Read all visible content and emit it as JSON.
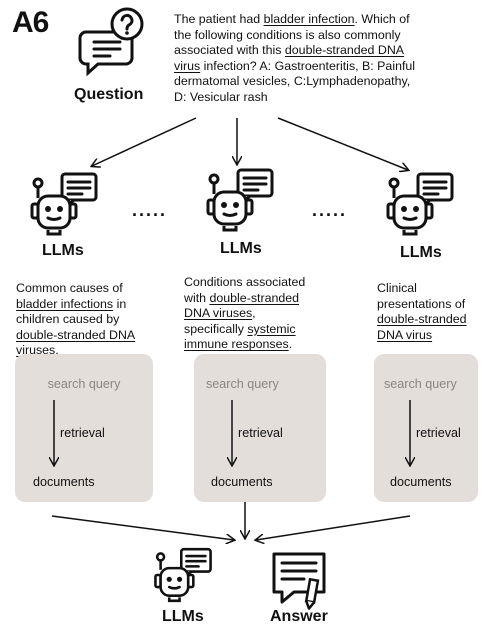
{
  "tag": "A6",
  "question": {
    "label": "Question",
    "lines": [
      [
        {
          "t": "The patient had "
        },
        {
          "t": "bladder infection",
          "u": true
        },
        {
          "t": ". Which of"
        }
      ],
      [
        {
          "t": "the following conditions is also commonly"
        }
      ],
      [
        {
          "t": "associated with this "
        },
        {
          "t": "double-stranded DNA",
          "u": true
        }
      ],
      [
        {
          "t": "virus",
          "u": true
        },
        {
          "t": " infection? A: Gastroenteritis, B: Painful"
        }
      ],
      [
        {
          "t": "dermatomal vesicles, C:Lymphadenopathy,"
        }
      ],
      [
        {
          "t": "D: Vesicular rash"
        }
      ]
    ]
  },
  "llm_label": "LLMs",
  "ellipsis": ".....",
  "subqueries": [
    {
      "lines": [
        [
          {
            "t": "Common causes of"
          }
        ],
        [
          {
            "t": "bladder infections",
            "u": true
          },
          {
            "t": " in"
          }
        ],
        [
          {
            "t": "children caused by"
          }
        ],
        [
          {
            "t": "double-stranded DNA",
            "u": true
          }
        ],
        [
          {
            "t": "viruses",
            "u": true
          },
          {
            "t": "."
          }
        ]
      ]
    },
    {
      "lines": [
        [
          {
            "t": "Conditions associated"
          }
        ],
        [
          {
            "t": "with "
          },
          {
            "t": "double-stranded",
            "u": true
          }
        ],
        [
          {
            "t": "DNA viruses",
            "u": true
          },
          {
            "t": ","
          }
        ],
        [
          {
            "t": "specifically "
          },
          {
            "t": "systemic",
            "u": true
          }
        ],
        [
          {
            "t": "immune responses",
            "u": true
          },
          {
            "t": "."
          }
        ]
      ]
    },
    {
      "lines": [
        [
          {
            "t": "Clinical"
          }
        ],
        [
          {
            "t": "presentations of"
          }
        ],
        [
          {
            "t": "double-stranded",
            "u": true
          }
        ],
        [
          {
            "t": "DNA virus",
            "u": true
          }
        ]
      ]
    }
  ],
  "pipeline": {
    "search_query": "search query",
    "retrieval": "retrieval",
    "documents": "documents"
  },
  "final": {
    "llm_label": "LLMs",
    "answer_label": "Answer"
  },
  "colors": {
    "box_bg": "#e4dedb",
    "gray_text": "#8b8580",
    "ink": "#111111"
  }
}
